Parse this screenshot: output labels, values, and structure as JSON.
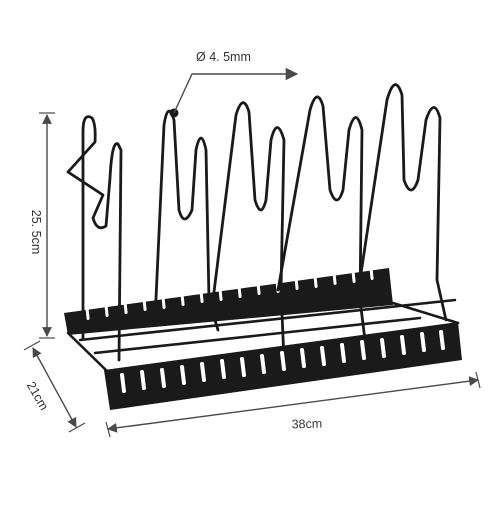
{
  "dimensions": {
    "wire_diameter": "Ø 4. 5mm",
    "height": "25. 5cm",
    "depth": "21cm",
    "width": "38cm"
  },
  "colors": {
    "wire": "#1a1a1a",
    "dimension_line": "#4a4a4a",
    "text": "#333333",
    "background": "#ffffff"
  }
}
